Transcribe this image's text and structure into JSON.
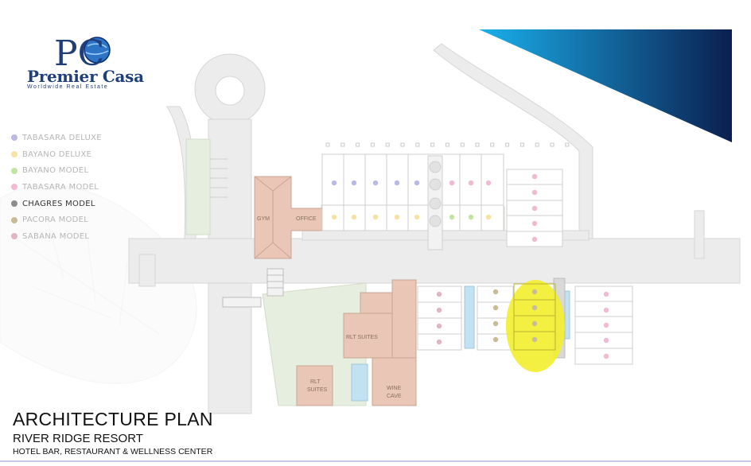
{
  "brand": {
    "monogram": "PC",
    "name": "Premier Casa",
    "tagline": "Worldwide Real Estate"
  },
  "legend": [
    {
      "label": "TABASARA DELUXE",
      "color": "#b9b8e6"
    },
    {
      "label": "BAYANO DELUXE",
      "color": "#f4e3a2"
    },
    {
      "label": "BAYANO MODEL",
      "color": "#c2e4a0"
    },
    {
      "label": "TABASARA MODEL",
      "color": "#f2b9d2"
    },
    {
      "label": "CHAGRES MODEL",
      "color": "#8c8c8c"
    },
    {
      "label": "PACORA MODEL",
      "color": "#c8bb98"
    },
    {
      "label": "SABANA MODEL",
      "color": "#e0b6c6"
    }
  ],
  "plan_labels": {
    "gym": "GYM",
    "office": "OFFICE",
    "rlt_suites_upper": "RLT SUITES",
    "rlt_suites_lower_line1": "RLT",
    "rlt_suites_lower_line2": "SUITES",
    "wine_cave_line1": "WINE",
    "wine_cave_line2": "CAVE"
  },
  "plan_colors": {
    "building": "#e9c6b6",
    "building_stroke": "#caa493",
    "road": "#ececec",
    "road_stroke": "#d6d6d6",
    "green": "#e6efdf",
    "water": "#c3e2f1",
    "highlight": "#f3ee2d",
    "accent_dark": "#0b1f4f",
    "accent_light": "#1ab0ec"
  },
  "title": {
    "main": "ARCHITECTURE PLAN",
    "sub": "RIVER RIDGE RESORT",
    "sub2": "HOTEL BAR, RESTAURANT & WELLNESS CENTER"
  }
}
